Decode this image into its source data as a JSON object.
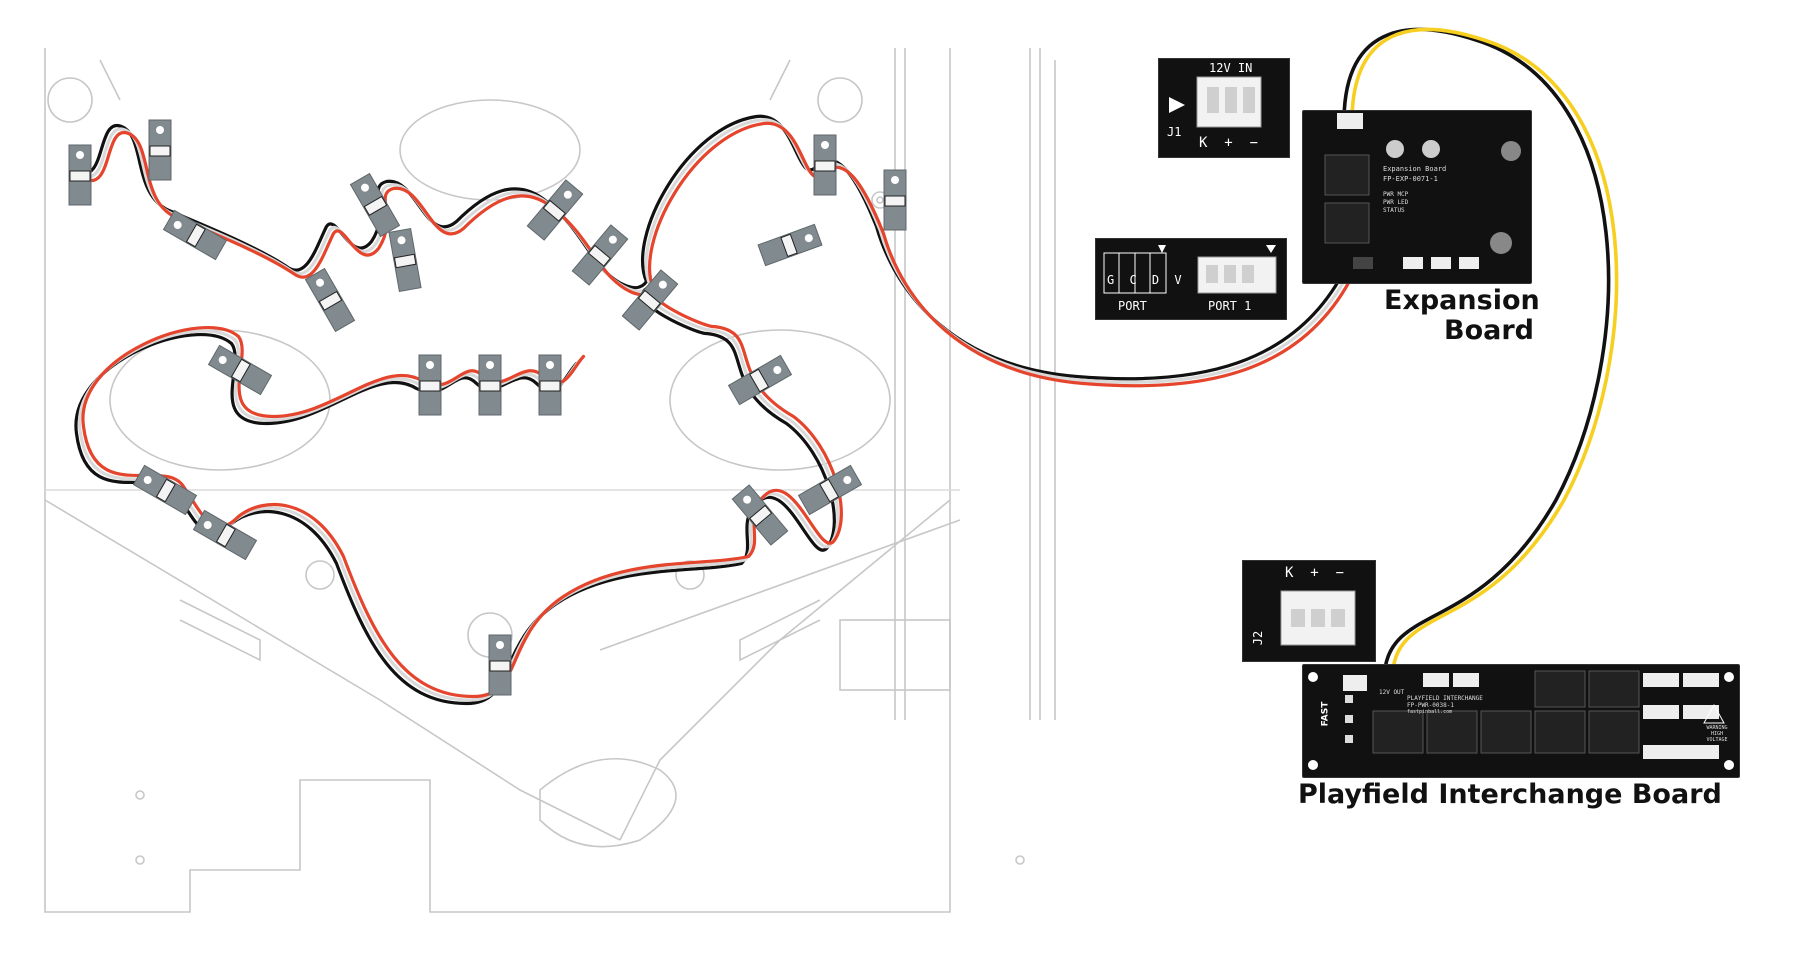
{
  "labels": {
    "expansion_board": "Expansion\nBoard",
    "interchange_board": "Playfield Interchange Board"
  },
  "inset_power": {
    "title": "12V IN",
    "connector": "J1",
    "pins": "K  +  −"
  },
  "inset_port": {
    "pins_left": "G C D V",
    "label_left": "PORT",
    "label_right": "PORT 1"
  },
  "inset_j2": {
    "pins": "K  +  −",
    "connector": "J2"
  },
  "expansion_pcb": {
    "silk": [
      "Expansion Board",
      "FP-EXP-0071-1",
      "PWR MCP",
      "PWR LED",
      "STATUS"
    ]
  },
  "interchange_pcb": {
    "silk": [
      "12V OUT",
      "PLAYFIELD INTERCHANGE",
      "FP-PWR-0038-1",
      "fastpinball.com"
    ],
    "warning": "WARNING HIGH VOLTAGE",
    "brand": "FAST"
  },
  "colors": {
    "wire_red": "#e5452d",
    "wire_black": "#111111",
    "wire_white": "#d9d9d9",
    "wire_yellow": "#f6cf21",
    "led_board": "#808a8f",
    "pcb": "#111111"
  }
}
